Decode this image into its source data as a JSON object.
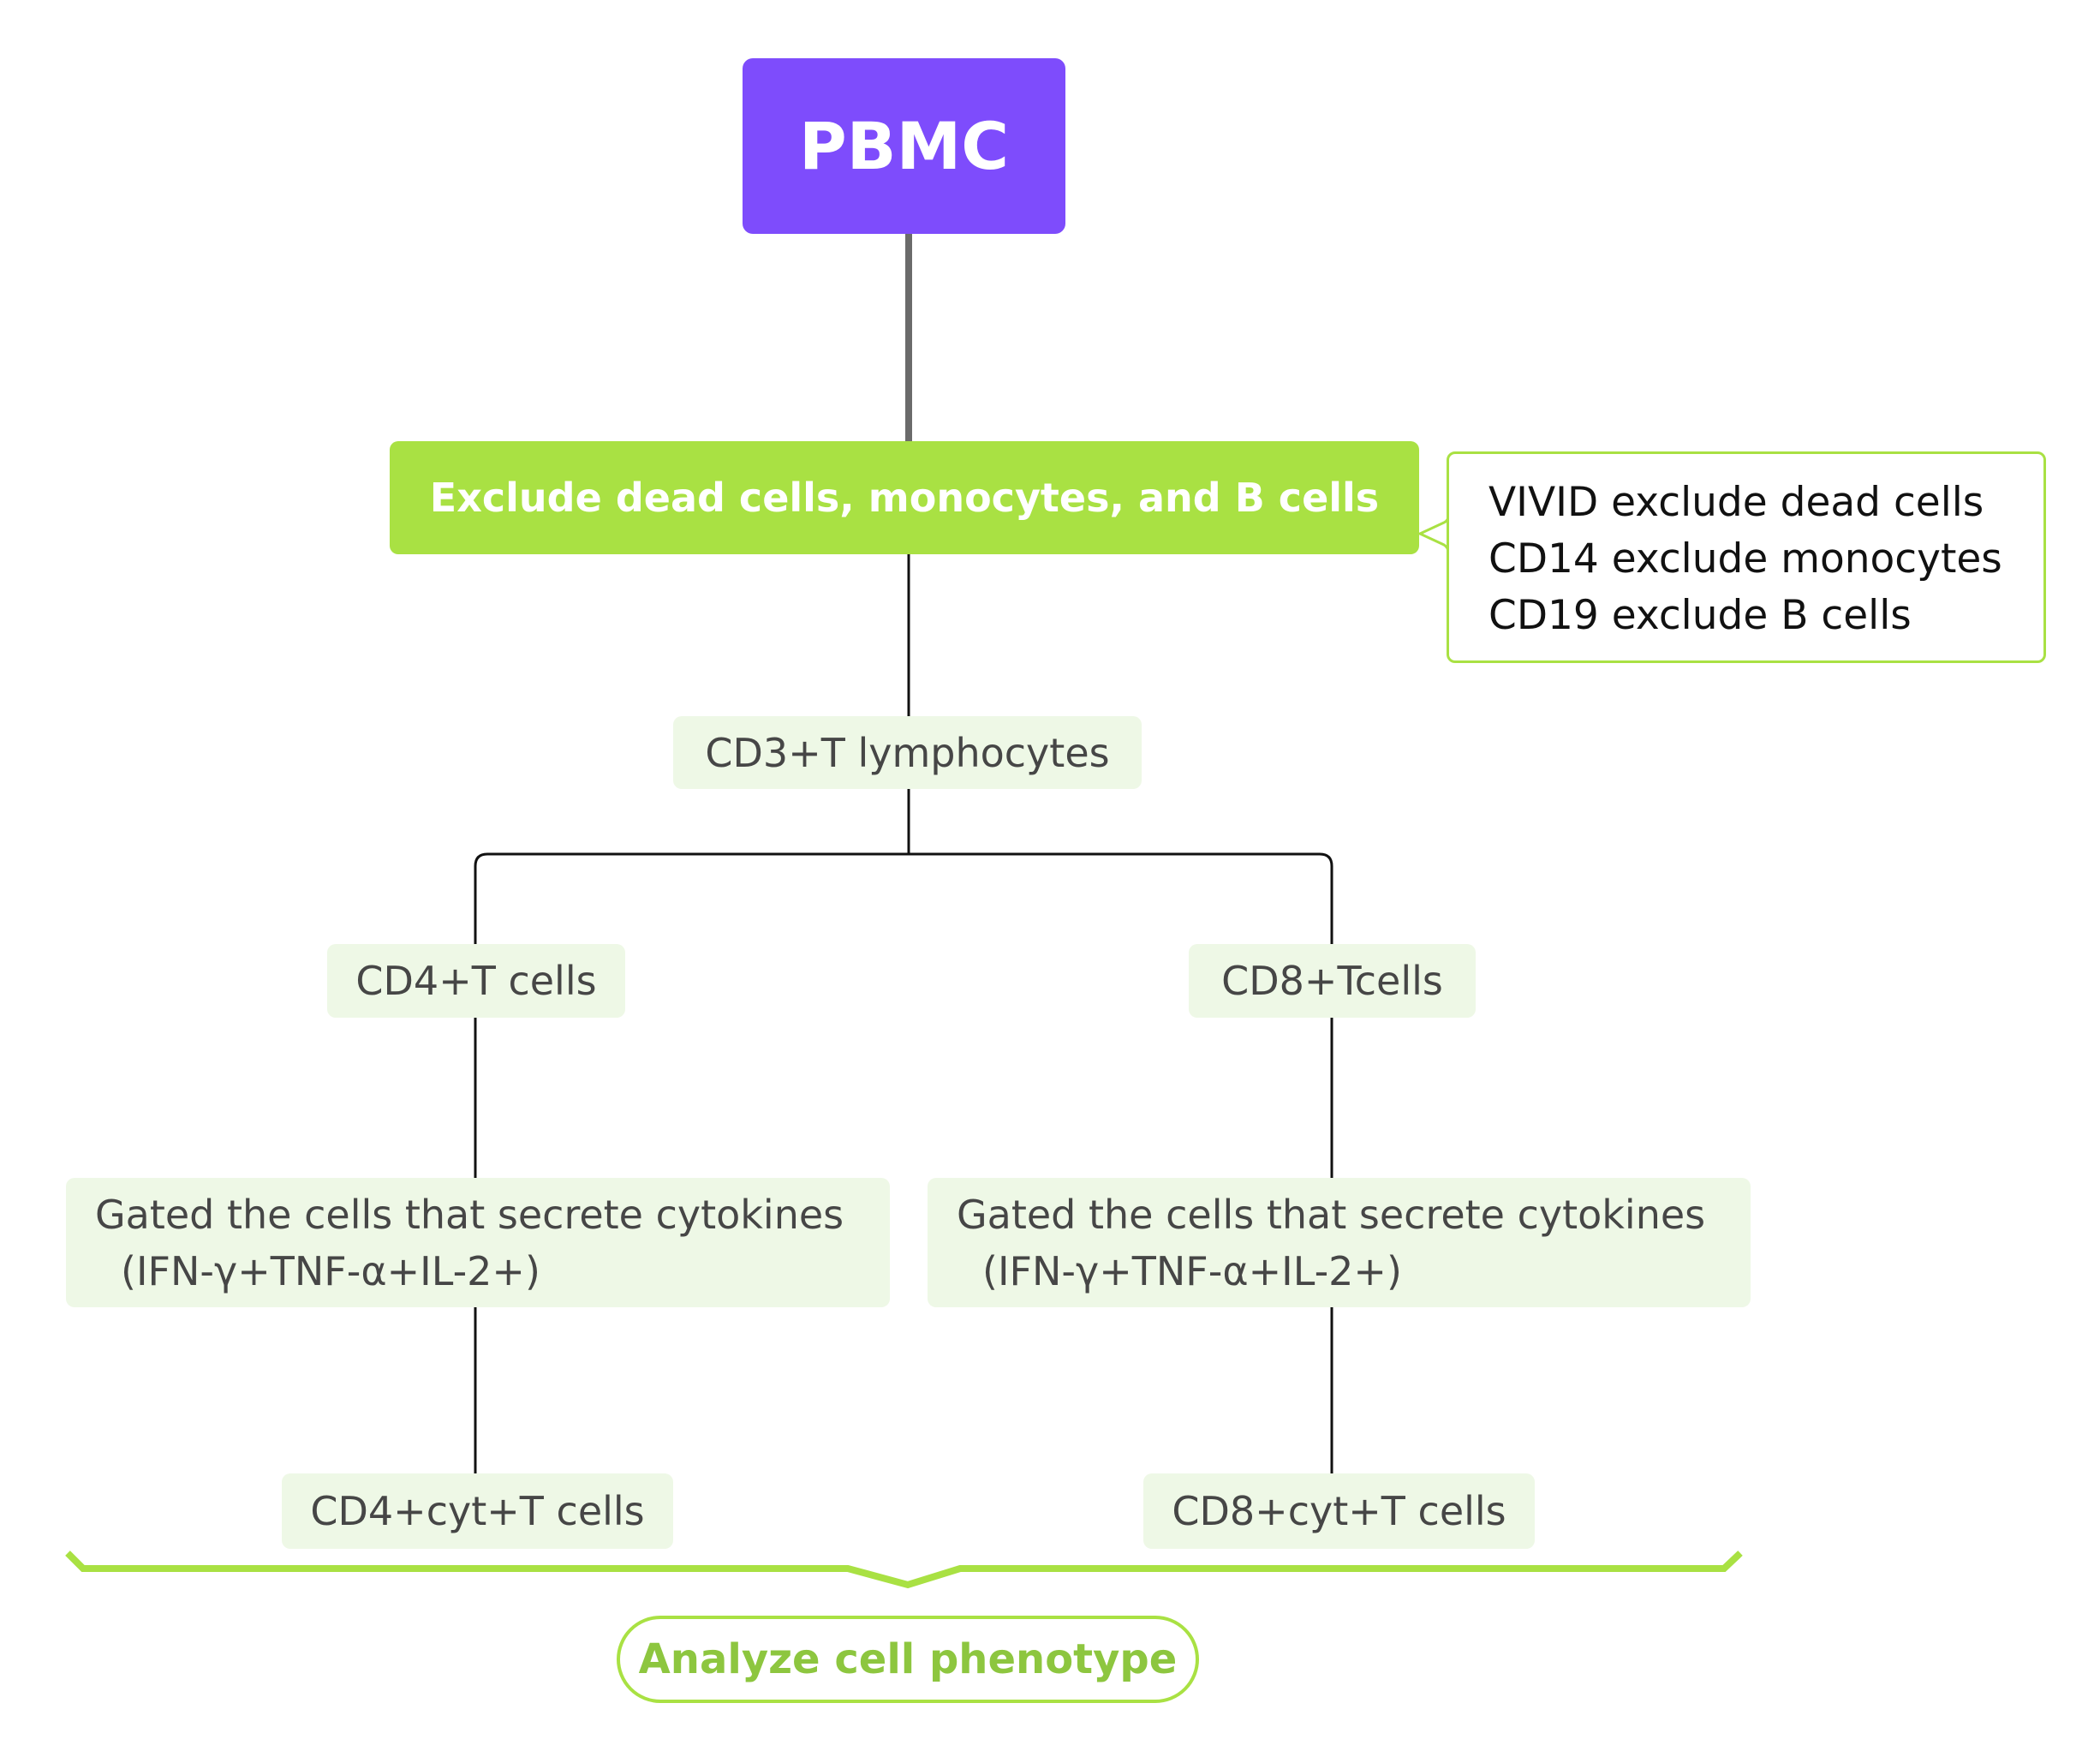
{
  "diagram": {
    "root": {
      "label": "PBMC",
      "color": "#7e4cfc"
    },
    "step1": {
      "label": "Exclude dead cells, monocytes, and B cells",
      "color": "#a9e143",
      "note": {
        "lines": [
          "VIVID exclude dead cells",
          "CD14 exclude monocytes",
          "CD19 exclude B cells"
        ]
      }
    },
    "step2": {
      "label": "CD3+T lymphocytes"
    },
    "branches": [
      {
        "label": "CD4+T cells",
        "gate": {
          "line1": "Gated the cells that secrete cytokines",
          "line2": "(IFN-γ+TNF-α+IL-2+)"
        },
        "result": "CD4+cyt+T cells"
      },
      {
        "label": "CD8+Tcells",
        "gate": {
          "line1": "Gated the cells that secrete cytokines",
          "line2": "(IFN-γ+TNF-α+IL-2+)"
        },
        "result": "CD8+cyt+T cells"
      }
    ],
    "summary": {
      "label": "Analyze cell phenotype",
      "color": "#8dc63f"
    },
    "colors": {
      "node_bg": "#eef8e6",
      "node_text": "#464646",
      "connector": "#111111",
      "brace": "#a9e143"
    }
  }
}
